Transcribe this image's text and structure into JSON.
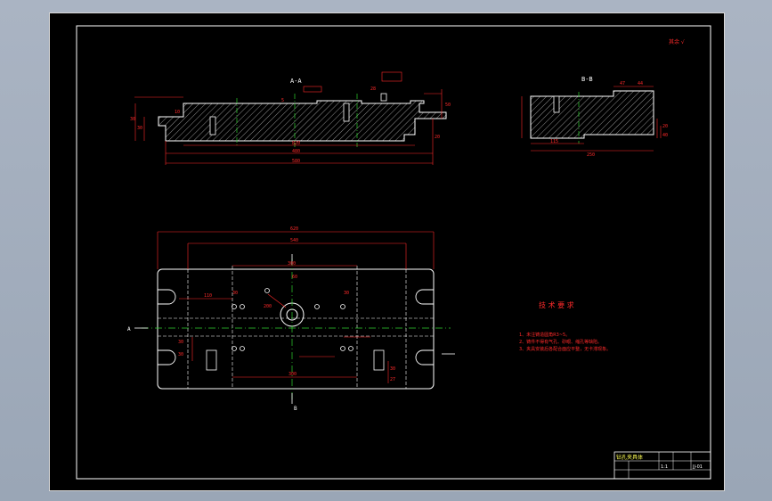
{
  "colors": {
    "background": "#000000",
    "outline": "#ffffff",
    "dimension": "#ff2a2a",
    "center_line": "#2fd02f",
    "hatch": "#d8d8d8",
    "text_yellow": "#ffff55",
    "title_block": "#ffffff"
  },
  "views": {
    "section_a": {
      "label": "A-A"
    },
    "section_b": {
      "label": "B-B"
    },
    "plan": {
      "label_a": "A",
      "label_b": "B"
    }
  },
  "dimensions": {
    "front_top": [
      "10",
      "5",
      "28",
      "50"
    ],
    "front_side": [
      "30",
      "30",
      "20"
    ],
    "front_bottom": [
      "820",
      "480",
      "580"
    ],
    "side_top": [
      "47",
      "44"
    ],
    "side_bottom": [
      "115",
      "250"
    ],
    "side_right": [
      "20",
      "40"
    ],
    "plan_top": [
      "620",
      "540",
      "300"
    ],
    "plan_inner": [
      "60",
      "110",
      "30",
      "30",
      "200",
      "300"
    ],
    "plan_side": [
      "30",
      "30",
      "30",
      "27"
    ]
  },
  "notes": {
    "roughness": "其余 √",
    "tech_title": "技 术 要 求",
    "tech_items": [
      "1、未注铸造圆角R3~5。",
      "2、铸件不得有气孔、砂眼、缩孔等缺陷。",
      "3、夹具安装后各配合面应平整，无卡滞现象。"
    ]
  },
  "title_block": {
    "name": "钻孔夹具体",
    "scale": "1:1",
    "code": "JJ-01"
  }
}
